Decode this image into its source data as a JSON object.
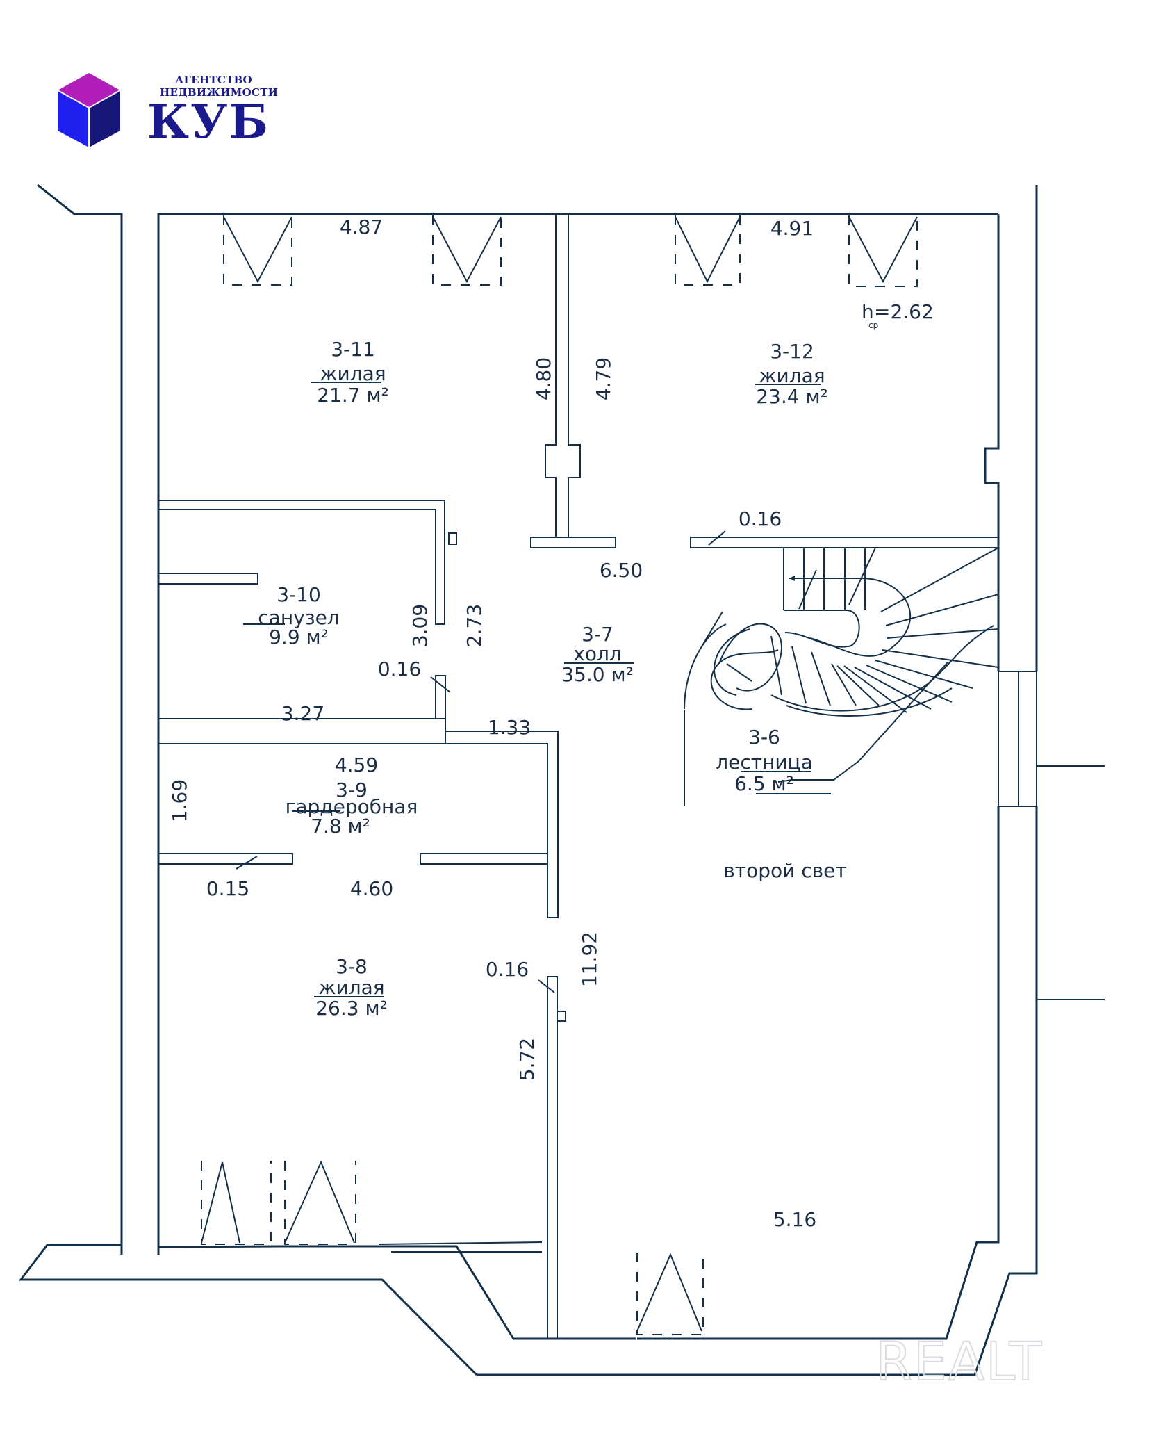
{
  "logo": {
    "line1": "АГЕНТСТВО",
    "line2": "НЕДВИЖИМОСТИ",
    "brand": "КУБ",
    "colors": {
      "top": "#b21fb8",
      "left": "#1f1ff0",
      "right": "#17177a",
      "text": "#1a1a8c"
    }
  },
  "rooms": [
    {
      "id": "3-11",
      "type": "жилая",
      "area": "21.7 м²"
    },
    {
      "id": "3-12",
      "type": "жилая",
      "area": "23.4 м²"
    },
    {
      "id": "3-10",
      "type": "санузел",
      "area": "9.9 м²"
    },
    {
      "id": "3-7",
      "type": "холл",
      "area": "35.0 м²"
    },
    {
      "id": "3-9",
      "type": "гардеробная",
      "area": "7.8 м²"
    },
    {
      "id": "3-6",
      "type": "лестница",
      "area": "6.5 м²"
    },
    {
      "id": "3-8",
      "type": "жилая",
      "area": "26.3 м²"
    }
  ],
  "notes": {
    "second_light": "второй свет",
    "height_prefix": "h",
    "height_subscript": "ср",
    "height_value": "=2.62"
  },
  "dimensions": {
    "d_487": "4.87",
    "d_491": "4.91",
    "d_480": "4.80",
    "d_479": "4.79",
    "d_016_a": "0.16",
    "d_650": "6.50",
    "d_309": "3.09",
    "d_273": "2.73",
    "d_016_b": "0.16",
    "d_327": "3.27",
    "d_133": "1.33",
    "d_459": "4.59",
    "d_169": "1.69",
    "d_015": "0.15",
    "d_460": "4.60",
    "d_016_c": "0.16",
    "d_1192": "11.92",
    "d_572": "5.72",
    "d_516": "5.16"
  },
  "watermark": "REALT",
  "colors": {
    "line": "#13304a",
    "text": "#1c2e45"
  }
}
